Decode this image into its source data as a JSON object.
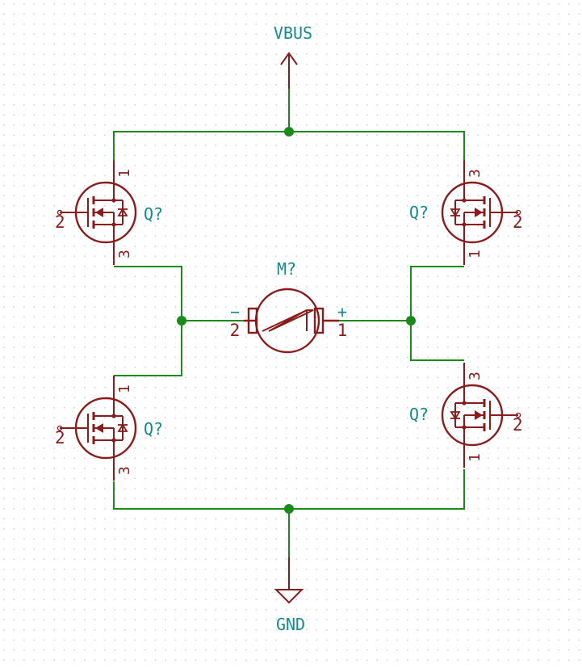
{
  "power": {
    "top_label": "VBUS",
    "bottom_label": "GND"
  },
  "motor": {
    "ref": "M?",
    "plus": "+",
    "minus": "−",
    "pin_plus": "1",
    "pin_minus": "2"
  },
  "transistors": [
    {
      "ref": "Q?",
      "pin_gate": "2",
      "pin_top": "1",
      "pin_bottom": "3"
    },
    {
      "ref": "Q?",
      "pin_gate": "2",
      "pin_top": "3",
      "pin_bottom": "1"
    },
    {
      "ref": "Q?",
      "pin_gate": "2",
      "pin_top": "1",
      "pin_bottom": "3"
    },
    {
      "ref": "Q?",
      "pin_gate": "2",
      "pin_top": "3",
      "pin_bottom": "1"
    }
  ],
  "colors": {
    "wire": "#1a8a1a",
    "component": "#8b1a1a",
    "label": "#158a8a",
    "junction": "#1a8a1a",
    "grid_dot": "#c8c8c8"
  },
  "icons": {
    "power_top": "power-arrow-icon",
    "power_bottom": "ground-symbol-icon",
    "transistor": "mosfet-icon",
    "motor": "dc-motor-icon"
  }
}
